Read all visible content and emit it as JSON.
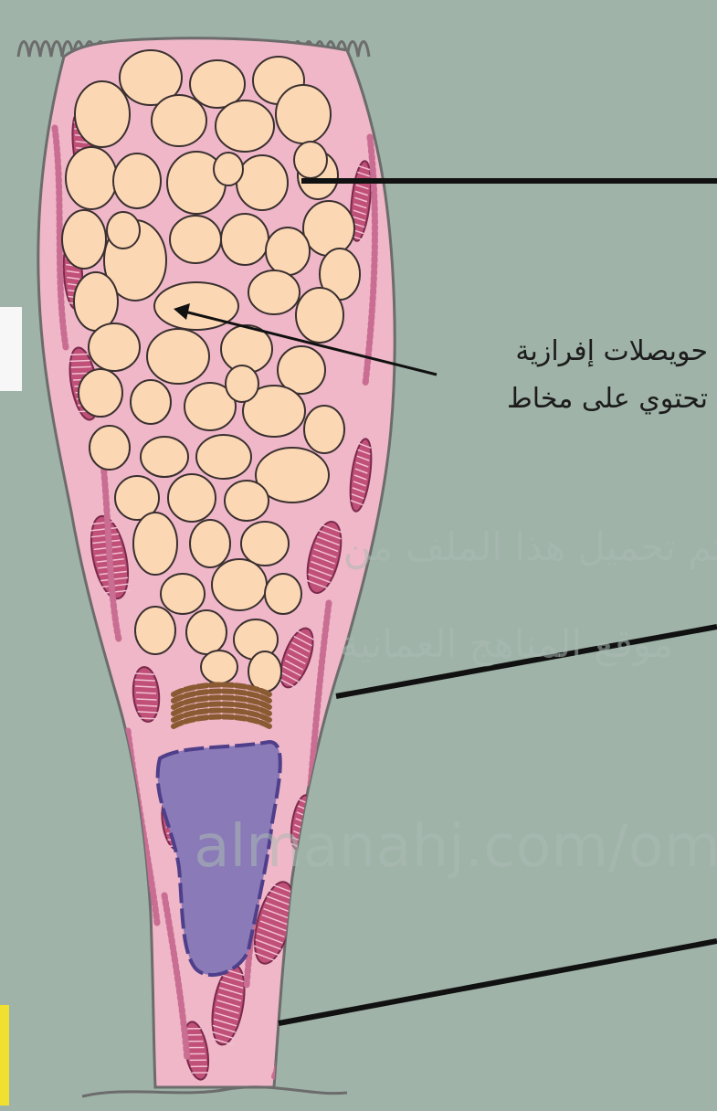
{
  "diagram": {
    "label_vesicles_line1": "حويصلات إفرازية",
    "label_vesicles_line2": "تحتوي على مخاط"
  },
  "watermark": {
    "line1": "تم تحميل هذا الملف من",
    "line2": "موقع المناهج العمانية",
    "line3": "almanahj.com/om"
  },
  "colors": {
    "background": "#9fb3a8",
    "cytoplasm": "#efb7c8",
    "vesicle_fill": "#fcd7b4",
    "nucleus": "#8a7ab8",
    "golgi": "#8a5a32",
    "mitochondria": "#c05078",
    "leader_line": "#111111"
  }
}
